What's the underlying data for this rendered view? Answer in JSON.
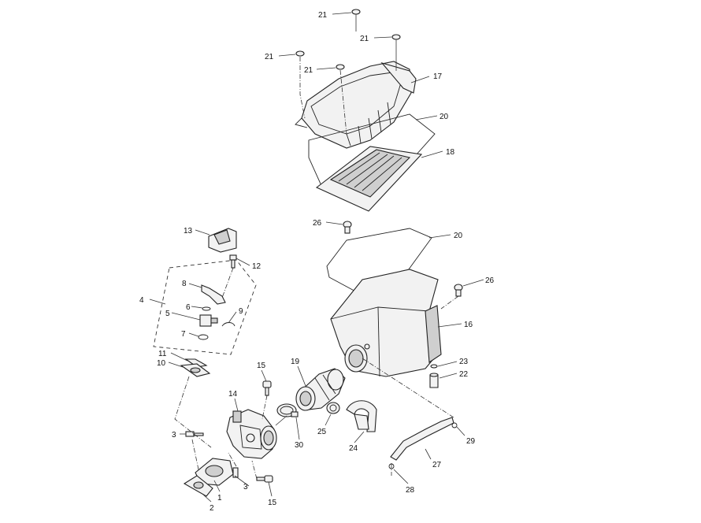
{
  "diagram": {
    "callouts": {
      "c1": "1",
      "c2": "2",
      "c3a": "3",
      "c3b": "3",
      "c4": "4",
      "c5": "5",
      "c6": "6",
      "c7": "7",
      "c8": "8",
      "c9": "9",
      "c10": "10",
      "c11": "11",
      "c12": "12",
      "c13": "13",
      "c14": "14",
      "c15a": "15",
      "c15b": "15",
      "c16": "16",
      "c17": "17",
      "c18": "18",
      "c19": "19",
      "c20a": "20",
      "c20b": "20",
      "c21a": "21",
      "c21b": "21",
      "c21c": "21",
      "c21d": "21",
      "c22": "22",
      "c23": "23",
      "c24": "24",
      "c25": "25",
      "c26a": "26",
      "c26b": "26",
      "c27": "27",
      "c28": "28",
      "c29": "29",
      "c30": "30"
    }
  }
}
